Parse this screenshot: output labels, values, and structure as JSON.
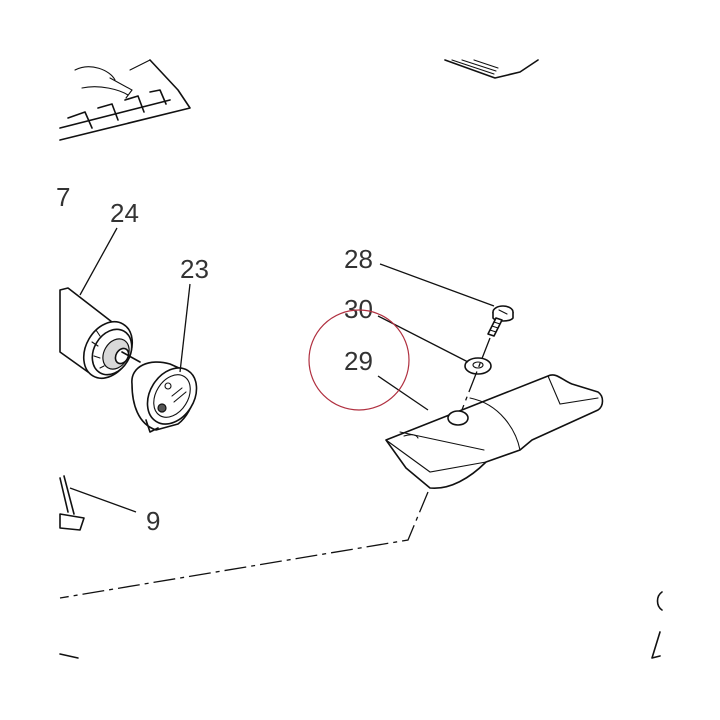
{
  "labels": {
    "part_24": "24",
    "part_23": "23",
    "part_28": "28",
    "part_30": "30",
    "part_29": "29",
    "part_9": "9",
    "edge_fragment": "7"
  },
  "colors": {
    "line": "#111111",
    "label_text": "#333333",
    "highlight_circle": "#b03040",
    "background": "#ffffff"
  }
}
